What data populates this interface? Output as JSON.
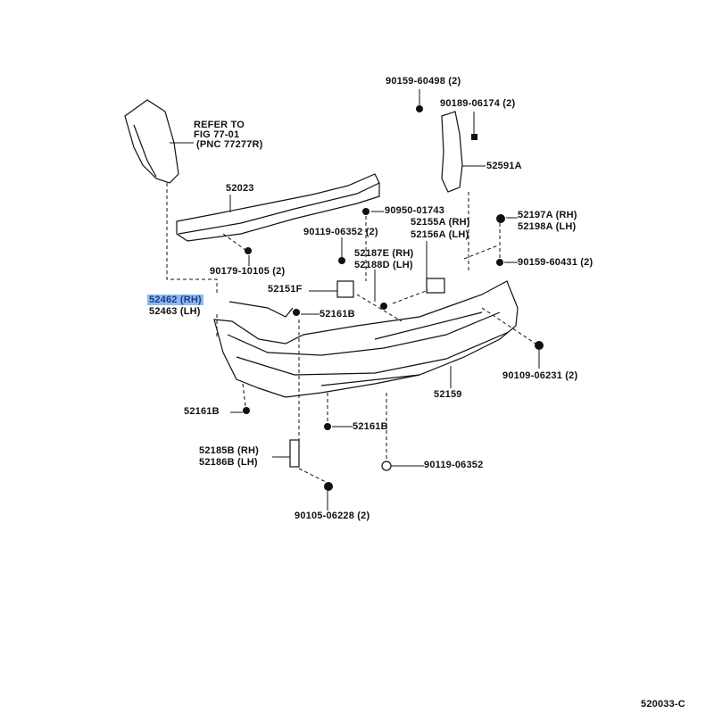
{
  "diagram": {
    "figure_code": "520033-C",
    "highlight_color": "#8fb8f0",
    "refer_note": [
      "REFER TO",
      "FIG 77-01",
      "(PNC 77277R)"
    ],
    "labels": {
      "p9015960498": "90159-60498 (2)",
      "p9018906174": "90189-06174 (2)",
      "p52591a": "52591A",
      "p52023": "52023",
      "p9095001743": "90950-01743",
      "p52155a": "52155A (RH)",
      "p52156a": "52156A (LH)",
      "p52197a": "52197A (RH)",
      "p52198a": "52198A (LH)",
      "p9011906352x2": "90119-06352 (2)",
      "p52187e": "52187E (RH)",
      "p52188d": "52188D (LH)",
      "p9015960431": "90159-60431 (2)",
      "p9017910105": "90179-10105 (2)",
      "p52462": "52462 (RH)",
      "p52463": "52463 (LH)",
      "p52151f": "52151F",
      "p52161b_top": "52161B",
      "p9010906231": "90109-06231 (2)",
      "p52159": "52159",
      "p52161b_left": "52161B",
      "p52161b_mid": "52161B",
      "p52185b": "52185B (RH)",
      "p52186b": "52186B (LH)",
      "p9011906352": "90119-06352",
      "p9010506228": "90105-06228 (2)"
    }
  }
}
